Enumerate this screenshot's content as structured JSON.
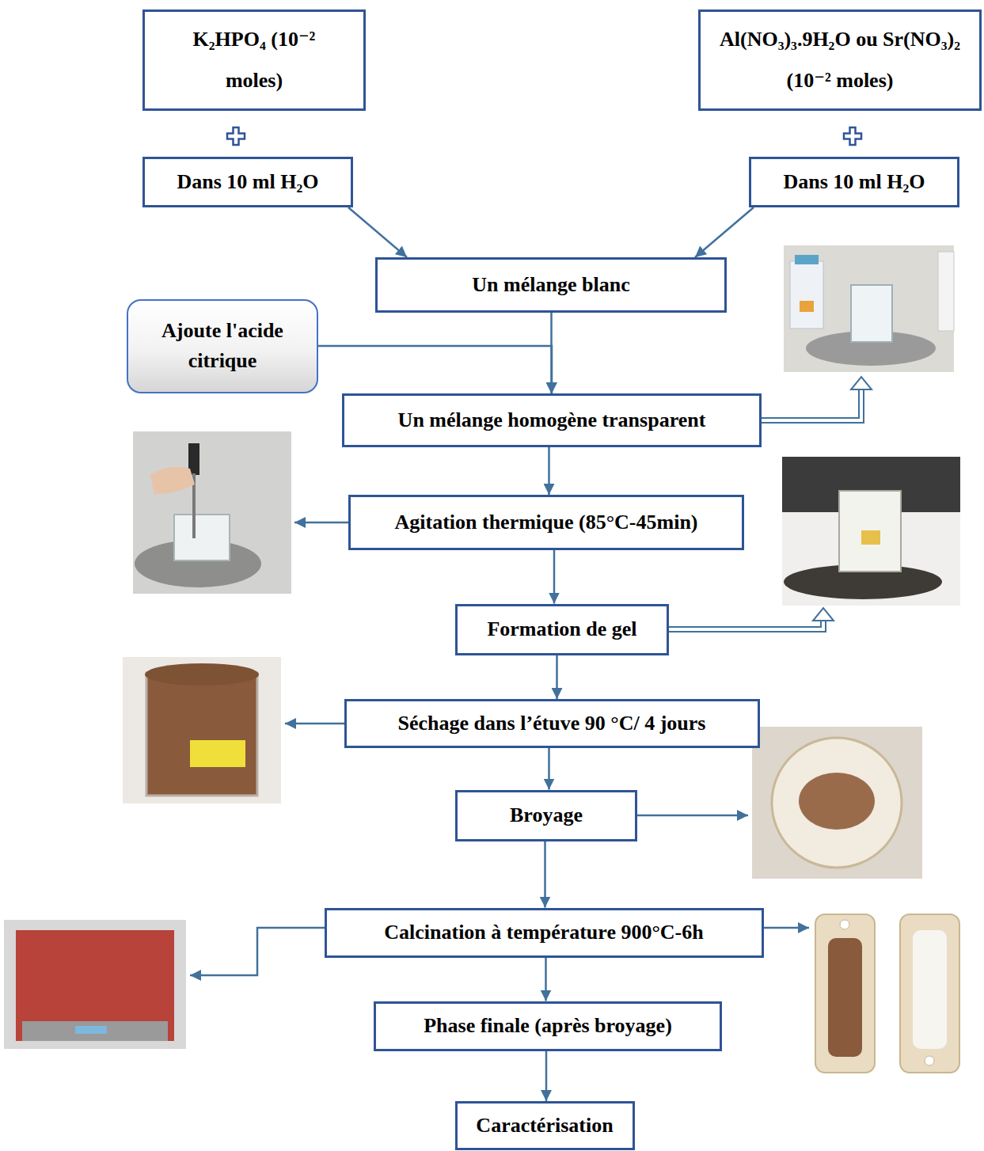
{
  "diagram": {
    "nodes": [
      {
        "text": [
          "K₂HPO₄ (10⁻² moles)"
        ]
      },
      {
        "text": [
          "Al(NO₃)₃.9H₂O ou Sr(NO₃)₂ (10⁻² moles)"
        ]
      },
      {
        "text": [
          "Dans 10 ml H₂O"
        ]
      },
      {
        "text": [
          "Dans 10 ml H₂O"
        ]
      },
      {
        "text": [
          "Un mélange blanc"
        ]
      },
      {
        "text": [
          "Ajoute l'acide citrique"
        ]
      },
      {
        "text": [
          "Un mélange homogène transparent"
        ]
      },
      {
        "text": [
          "Agitation thermique (85°C-45min)"
        ]
      },
      {
        "text": [
          "Formation de gel"
        ]
      },
      {
        "text": [
          "Séchage dans l’étuve 90 °C/ 4 jours"
        ]
      },
      {
        "text": [
          "Broyage"
        ]
      },
      {
        "text": [
          "Calcination à température 900°C-6h"
        ]
      },
      {
        "text": [
          "Phase finale (après broyage)"
        ]
      },
      {
        "text": [
          "Caractérisation"
        ]
      }
    ],
    "edges": [
      {
        "from": 2,
        "to": 4,
        "arrow": "to"
      },
      {
        "from": 3,
        "to": 4,
        "arrow": "to"
      },
      {
        "from": 4,
        "to": 6,
        "arrow": "to"
      },
      {
        "from": 5,
        "to": 6,
        "arrow": "to"
      },
      {
        "from": 6,
        "to": 7,
        "arrow": "to"
      },
      {
        "from": 7,
        "to": 8,
        "arrow": "to"
      },
      {
        "from": 8,
        "to": 9,
        "arrow": "to"
      },
      {
        "from": 9,
        "to": 10,
        "arrow": "to"
      },
      {
        "from": 10,
        "to": 11,
        "arrow": "to"
      },
      {
        "from": 11,
        "to": 12,
        "arrow": "to"
      },
      {
        "from": 12,
        "to": 13,
        "arrow": "to"
      }
    ]
  }
}
